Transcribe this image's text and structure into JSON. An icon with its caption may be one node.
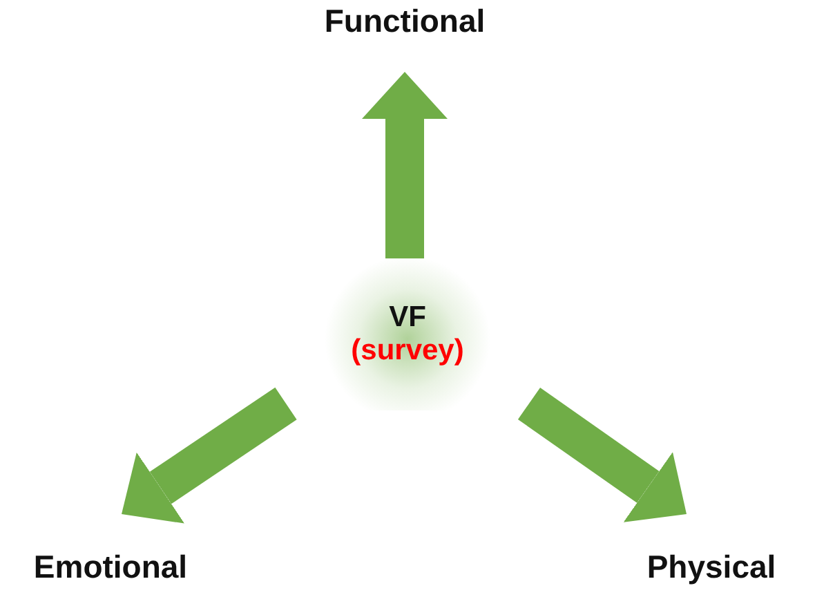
{
  "diagram": {
    "nodes": [
      {
        "text": [
          "VF",
          "(survey)"
        ]
      },
      {
        "text": [
          "Functional"
        ]
      },
      {
        "text": [
          "Emotional"
        ]
      },
      {
        "text": [
          "Physical"
        ]
      }
    ],
    "edges": [
      {
        "from": 0,
        "to": 1,
        "arrow": "to"
      },
      {
        "from": 0,
        "to": 2,
        "arrow": "to"
      },
      {
        "from": 0,
        "to": 3,
        "arrow": "to"
      }
    ]
  }
}
